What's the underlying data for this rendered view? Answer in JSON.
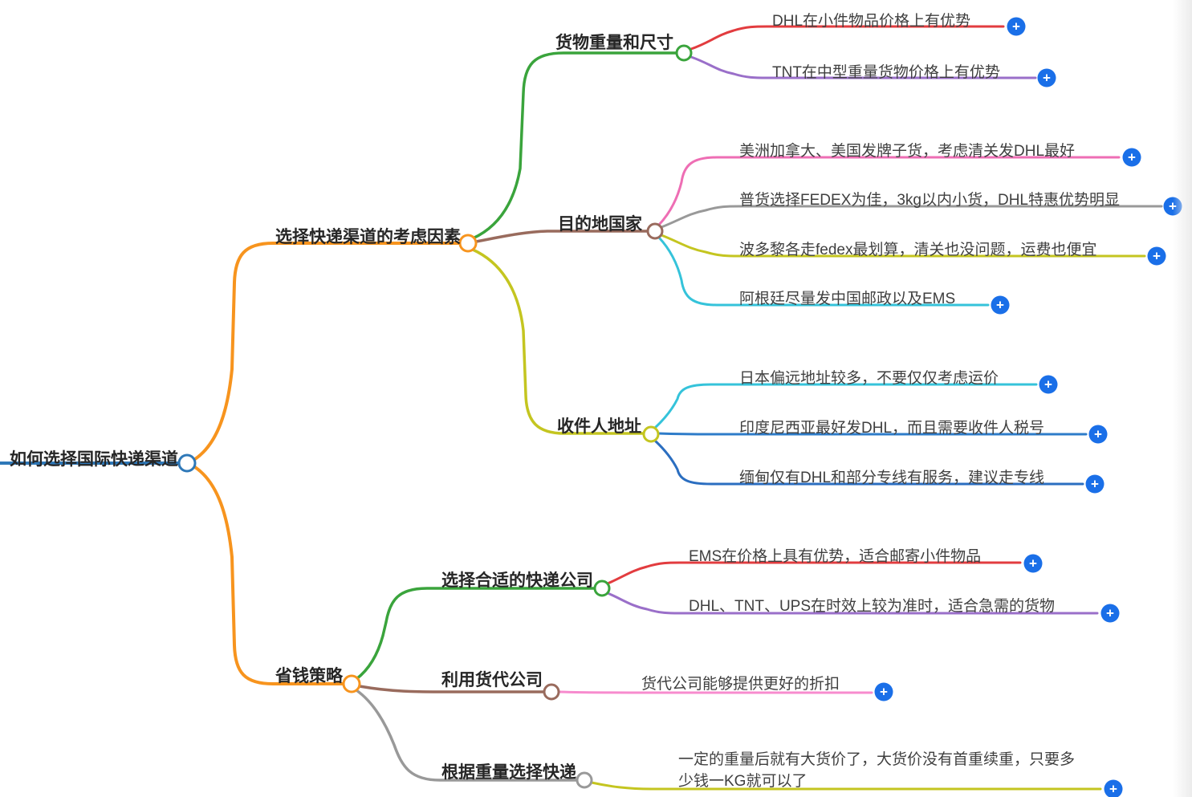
{
  "title": "如何选择国际快递渠道",
  "icons": {
    "plus": "+"
  },
  "colors": {
    "root_blue": "#2e78b8",
    "orange": "#f7941e",
    "green": "#3aa43c",
    "red": "#e23c3f",
    "purple": "#9a6fc9",
    "brown": "#996b5d",
    "pink": "#ee6eb4",
    "light_pink": "#f78bce",
    "gray": "#999999",
    "olive": "#c4c520",
    "cyan": "#35c3da",
    "blue": "#2e7cc9",
    "dark_blue": "#2b6ec0",
    "plus_blue": "#1a6fe8",
    "node_fill": "#ffffff"
  },
  "mindmap": {
    "root": {
      "label": "如何选择国际快递渠道"
    },
    "factors": {
      "label": "选择快递渠道的考虑因素",
      "weight_size": {
        "label": "货物重量和尺寸",
        "dhl_small": "DHL在小件物品价格上有优势",
        "tnt_mid": "TNT在中型重量货物价格上有优势"
      },
      "dest_country": {
        "label": "目的地国家",
        "america": "美洲加拿大、美国发牌子货，考虑清关发DHL最好",
        "general": "普货选择FEDEX为佳，3kg以内小货，DHL特惠优势明显",
        "puerto_rico": "波多黎各走fedex最划算，清关也没问题，运费也便宜",
        "argentina": "阿根廷尽量发中国邮政以及EMS"
      },
      "recipient": {
        "label": "收件人地址",
        "japan": "日本偏远地址较多，不要仅仅考虑运价",
        "indonesia": "印度尼西亚最好发DHL，而且需要收件人税号",
        "myanmar": "缅甸仅有DHL和部分专线有服务，建议走专线"
      }
    },
    "saving": {
      "label": "省钱策略",
      "company": {
        "label": "选择合适的快递公司",
        "ems": "EMS在价格上具有优势，适合邮寄小件物品",
        "express": "DHL、TNT、UPS在时效上较为准时，适合急需的货物"
      },
      "forwarder": {
        "label": "利用货代公司",
        "discount": "货代公司能够提供更好的折扣"
      },
      "by_weight": {
        "label": "根据重量选择快递",
        "bulk": "一定的重量后就有大货价了，大货价没有首重续重，只要多少钱一KG就可以了"
      }
    }
  }
}
